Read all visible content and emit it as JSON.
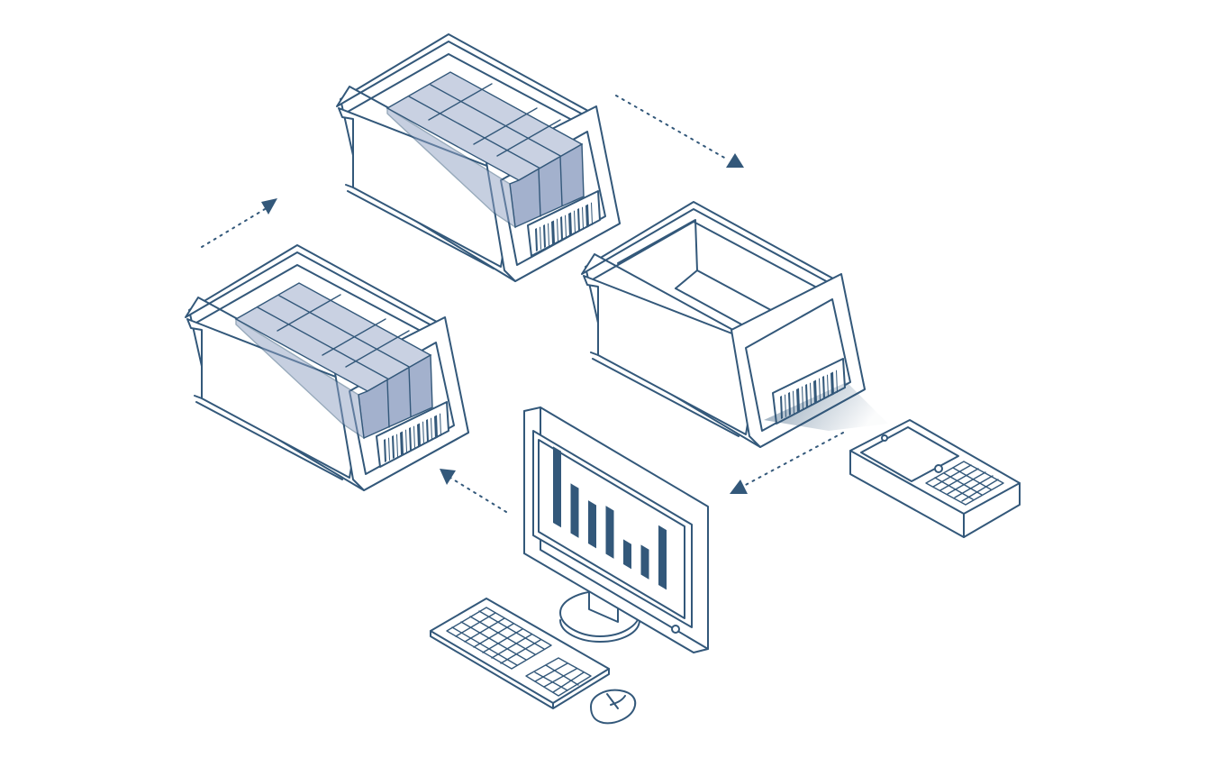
{
  "diagram": {
    "colors": {
      "line": "#33587a",
      "box_top": "#c9d1e2",
      "box_front": "#a3b1cd",
      "background": "#ffffff"
    },
    "monitor_chart_bars": [
      0.92,
      0.6,
      0.52,
      0.58,
      0.3,
      0.36,
      0.72
    ]
  }
}
